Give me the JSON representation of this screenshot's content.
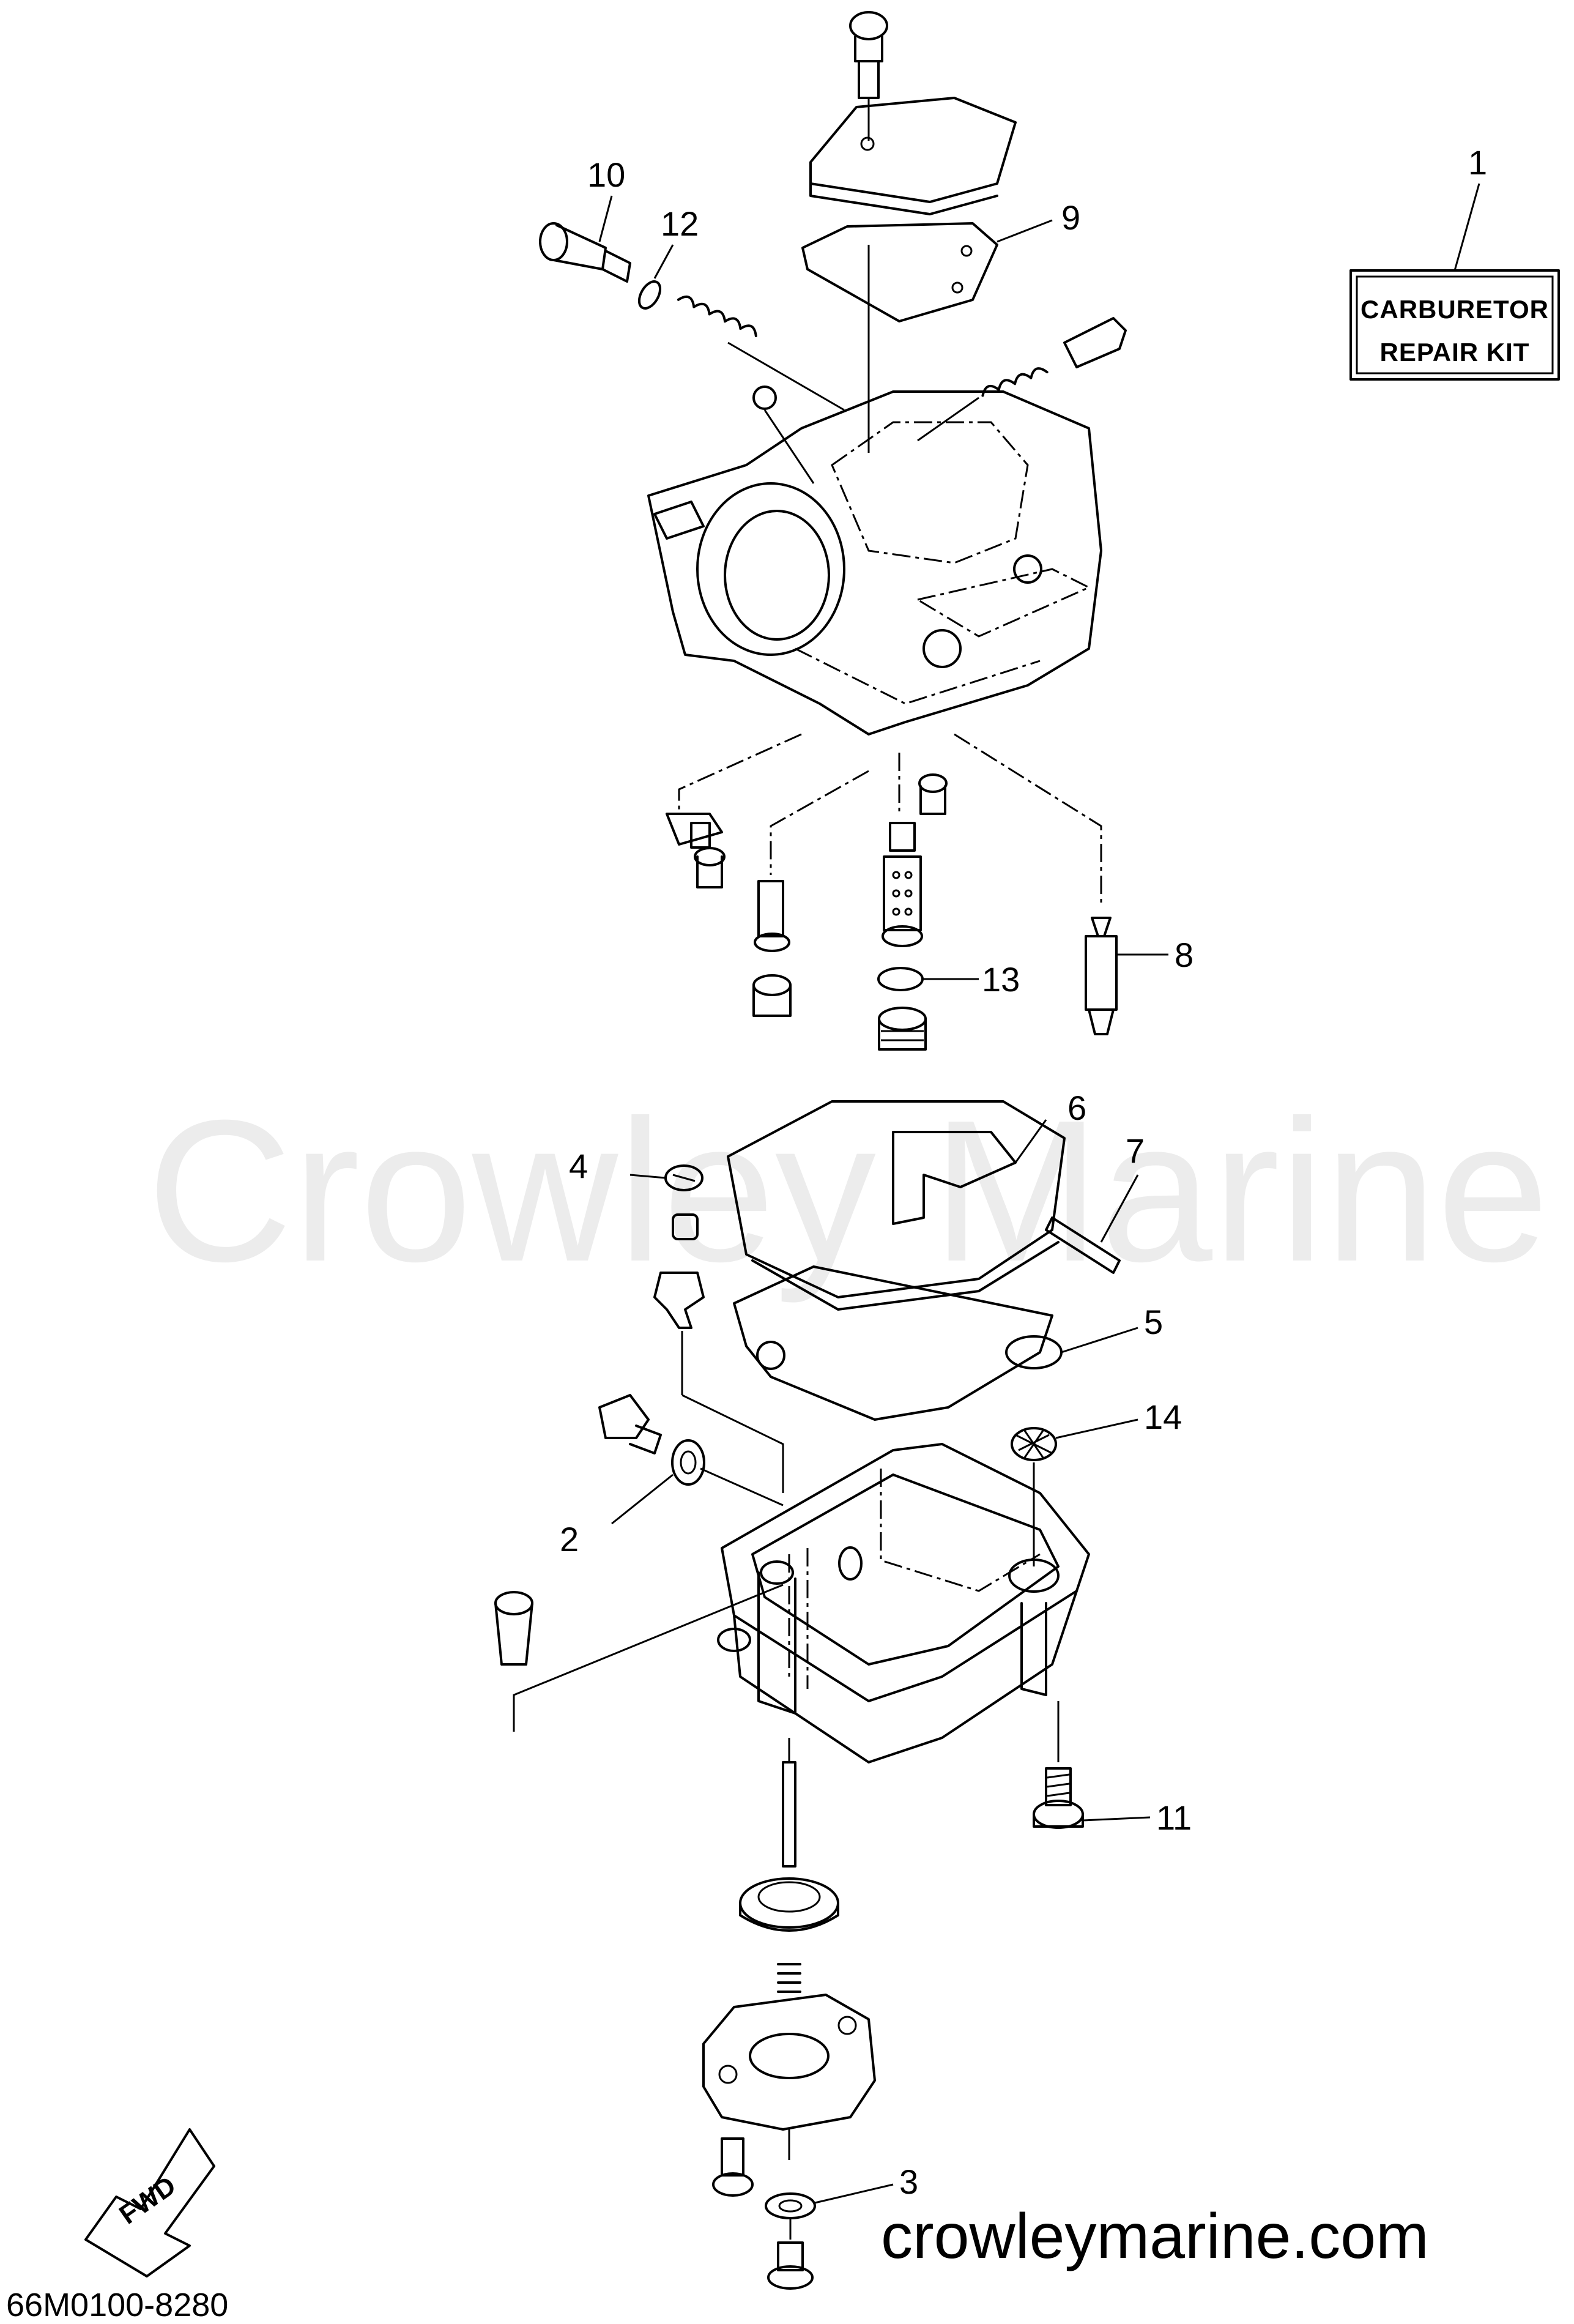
{
  "watermark": "Crowley Marine",
  "website": "crowleymarine.com",
  "diagram_code": "66M0100-8280",
  "fwd_label": "FWD",
  "kit_label": {
    "line1": "CARBURETOR",
    "line2": "REPAIR KIT"
  },
  "callouts": {
    "c1": "1",
    "c2": "2",
    "c3": "3",
    "c4": "4",
    "c5": "5",
    "c6": "6",
    "c7": "7",
    "c8": "8",
    "c9": "9",
    "c10": "10",
    "c11": "11",
    "c12": "12",
    "c13": "13",
    "c14": "14"
  }
}
